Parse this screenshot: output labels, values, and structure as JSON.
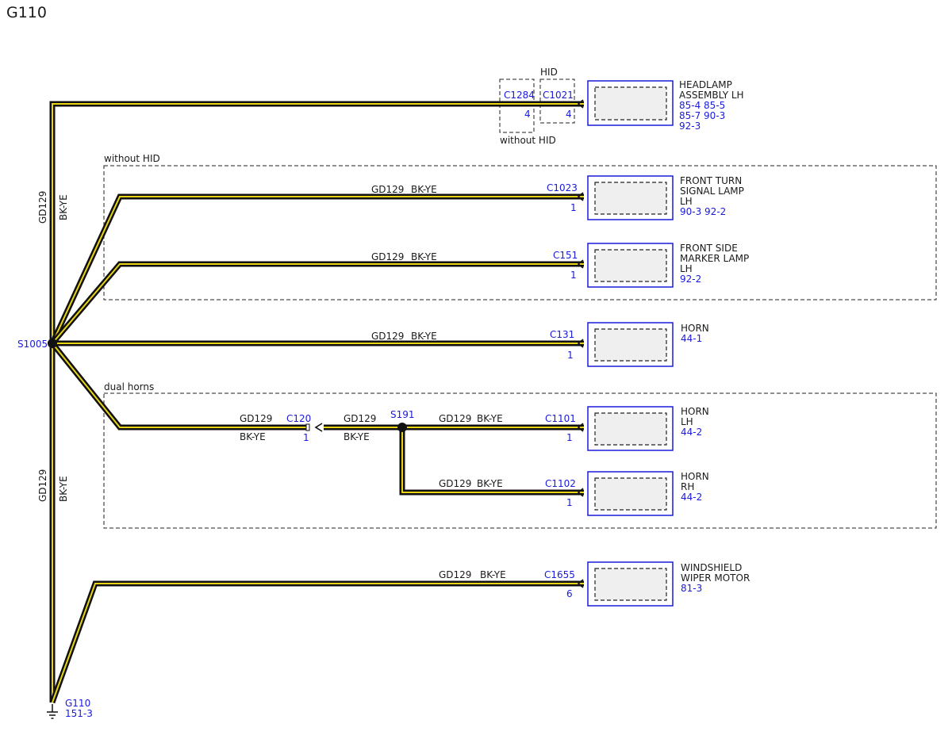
{
  "page_title": "G110",
  "wire": {
    "circuit": "GD129",
    "color_code": "BK-YE"
  },
  "vertical_labels": [
    {
      "circuit": "GD129",
      "color": "BK-YE"
    },
    {
      "circuit": "GD129",
      "color": "BK-YE"
    }
  ],
  "option_boxes": {
    "hid": "HID",
    "without_hid_top": "without HID",
    "without_hid": "without HID",
    "dual_horns": "dual horns"
  },
  "splices": {
    "s1005": "S1005",
    "s191": "S191"
  },
  "inline_connectors": [
    {
      "id": "C1284",
      "pin": "4"
    },
    {
      "id": "C1021",
      "pin": "4"
    },
    {
      "id": "C120",
      "pin": "1"
    }
  ],
  "components": [
    {
      "connector": "C1021",
      "pin": "4",
      "name_lines": [
        "HEADLAMP",
        "ASSEMBLY LH"
      ],
      "refs": [
        "85-4  85-5",
        "85-7  90-3",
        "92-3"
      ]
    },
    {
      "connector": "C1023",
      "pin": "1",
      "name_lines": [
        "FRONT TURN",
        "SIGNAL LAMP",
        "LH"
      ],
      "refs": [
        "90-3  92-2"
      ]
    },
    {
      "connector": "C151",
      "pin": "1",
      "name_lines": [
        "FRONT SIDE",
        "MARKER LAMP",
        "LH"
      ],
      "refs": [
        "92-2"
      ]
    },
    {
      "connector": "C131",
      "pin": "1",
      "name_lines": [
        "HORN"
      ],
      "refs": [
        "44-1"
      ]
    },
    {
      "connector": "C1101",
      "pin": "1",
      "name_lines": [
        "HORN",
        "LH"
      ],
      "refs": [
        "44-2"
      ]
    },
    {
      "connector": "C1102",
      "pin": "1",
      "name_lines": [
        "HORN",
        "RH"
      ],
      "refs": [
        "44-2"
      ]
    },
    {
      "connector": "C1655",
      "pin": "6",
      "name_lines": [
        "WINDSHIELD",
        "WIPER MOTOR"
      ],
      "refs": [
        "81-3"
      ]
    }
  ],
  "ground": {
    "id": "G110",
    "ref": "151-3"
  },
  "colors": {
    "wire_core": "#e8d414",
    "wire_edge": "#111111",
    "blue_text": "#1a1adc",
    "component_border": "#1a1adc"
  },
  "icons": {
    "ground": "ground-symbol-icon",
    "splice": "splice-dot-icon",
    "connector": "connector-chevron-icon"
  }
}
